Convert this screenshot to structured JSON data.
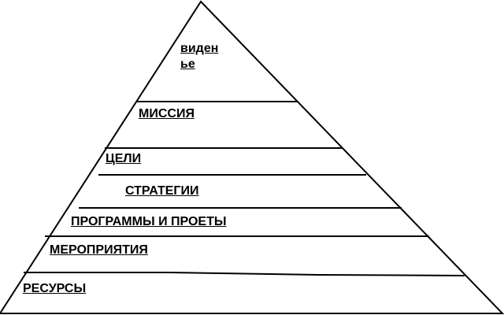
{
  "diagram": {
    "tiers": [
      {
        "label": "виден ье"
      },
      {
        "label": "МИССИЯ"
      },
      {
        "label": "ЦЕЛИ"
      },
      {
        "label": "СТРАТЕГИИ"
      },
      {
        "label": "ПРОГРАММЫ И ПРОЕТЫ"
      },
      {
        "label": "МЕРОПРИЯТИЯ"
      },
      {
        "label": "РЕСУРСЫ"
      }
    ]
  }
}
